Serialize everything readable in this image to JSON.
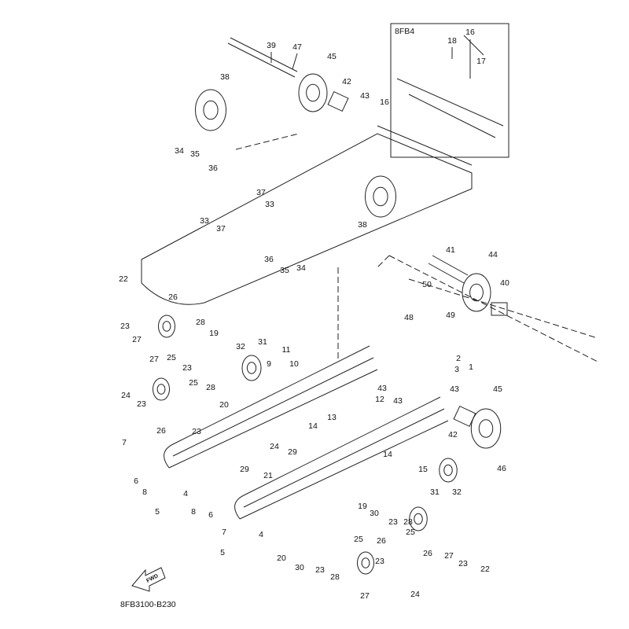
{
  "diagram": {
    "inset_label": "8FB4",
    "part_code": "8FB3100-B230",
    "fwd_arrow_label": "FWD",
    "line_color": "#222222",
    "callouts": [
      "39",
      "47",
      "45",
      "38",
      "42",
      "43",
      "16",
      "18",
      "16",
      "17",
      "34",
      "35",
      "36",
      "33",
      "37",
      "37",
      "33",
      "38",
      "36",
      "35",
      "34",
      "41",
      "44",
      "40",
      "22",
      "26",
      "50",
      "48",
      "49",
      "23",
      "27",
      "28",
      "19",
      "25",
      "23",
      "32",
      "31",
      "11",
      "9",
      "10",
      "2",
      "3",
      "1",
      "27",
      "25",
      "24",
      "23",
      "28",
      "43",
      "43",
      "45",
      "12",
      "13",
      "14",
      "43",
      "20",
      "23",
      "26",
      "42",
      "7",
      "24",
      "29",
      "6",
      "8",
      "29",
      "21",
      "14",
      "15",
      "46",
      "4",
      "5",
      "8",
      "6",
      "31",
      "32",
      "19",
      "30",
      "23",
      "28",
      "25",
      "7",
      "4",
      "26",
      "27",
      "23",
      "22",
      "5",
      "20",
      "30",
      "25",
      "26",
      "23",
      "28",
      "23",
      "24",
      "27"
    ]
  }
}
